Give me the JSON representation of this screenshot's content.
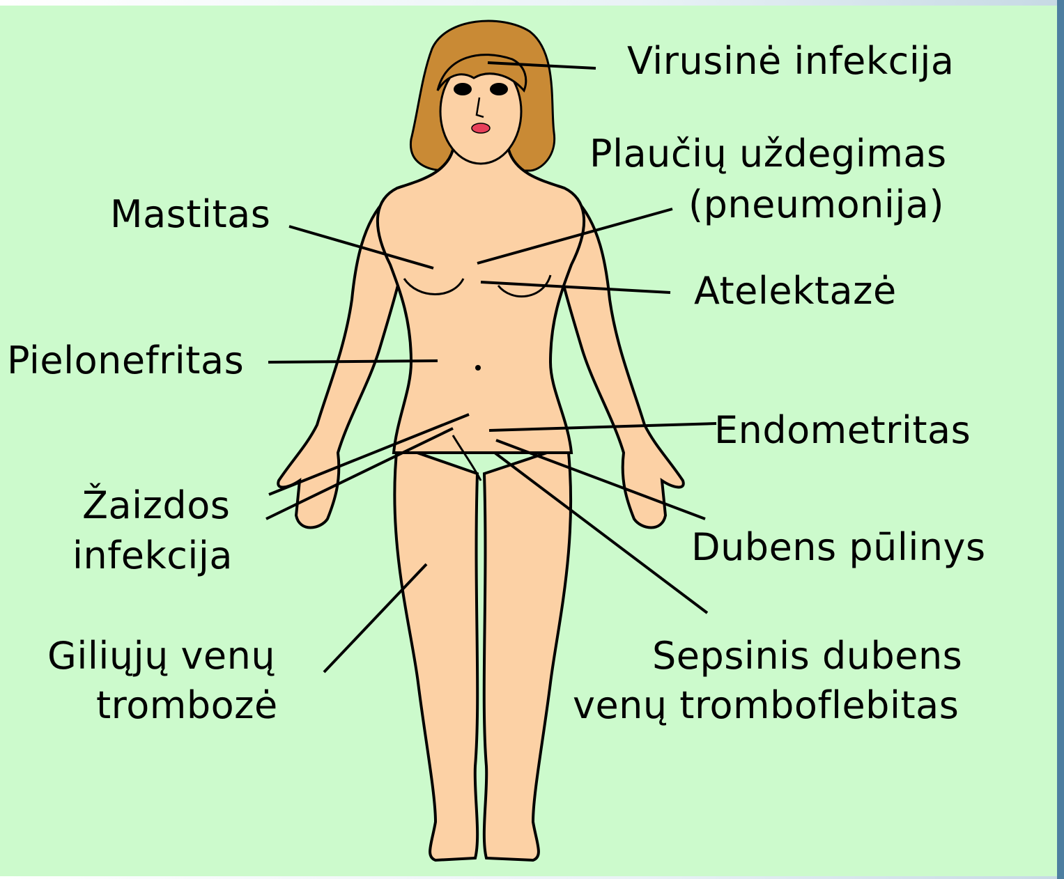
{
  "labels": {
    "virusine": "Virusinė infekcija",
    "plauciu_line1": "Plaučių uždegimas",
    "plauciu_line2": "(pneumonija)",
    "mastitas": "Mastitas",
    "atelektaze": "Atelektazė",
    "pielonefritas": "Pielonefritas",
    "endometritas": "Endometritas",
    "zaizdos_line1": "Žaizdos",
    "zaizdos_line2": "infekcija",
    "dubens_pulinys": "Dubens pūlinys",
    "giliuju_line1": "Giliųjų venų",
    "giliuju_line2": "trombozė",
    "sepsinis_line1": "Sepsinis dubens",
    "sepsinis_line2": "venų tromboflebitas"
  },
  "colors": {
    "background": "#ccfacc",
    "skin": "#fcd1a5",
    "hair": "#c98a35",
    "lips": "#e8405a",
    "outline": "#000000",
    "frame_edge": "#4d7ea0"
  }
}
